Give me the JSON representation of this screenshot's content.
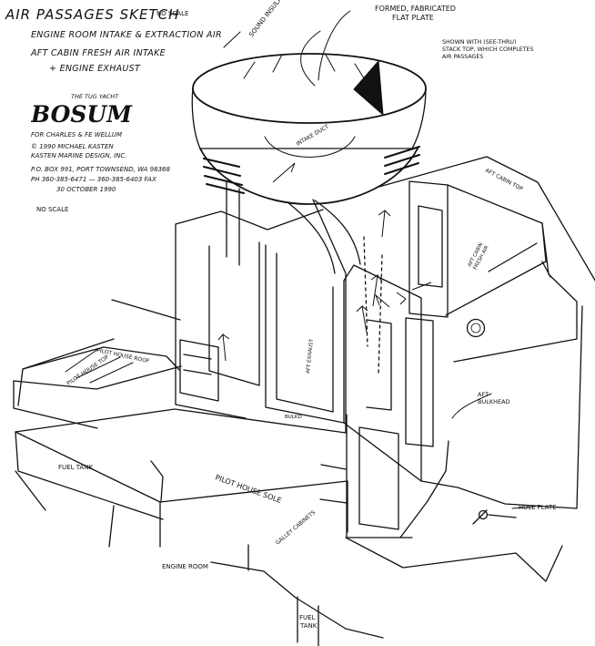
{
  "header": {
    "title": "AIR PASSAGES SKETCH",
    "title_note": "NO SCALE",
    "lines": [
      "ENGINE ROOM INTAKE & EXTRACTION AIR",
      "AFT CABIN FRESH AIR INTAKE",
      "+ ENGINE EXHAUST"
    ]
  },
  "logo": {
    "tagline": "THE TUG YACHT",
    "name": "BOSUM"
  },
  "credits": {
    "lines": [
      "FOR CHARLES & FE WELLUM",
      "© 1990 MICHAEL KASTEN",
      "KASTEN MARINE DESIGN, INC.",
      "P.O. BOX 991, PORT TOWNSEND, WA 98368",
      "PH 360-385-6471 — 360-385-6403 FAX",
      "30 OCTOBER 1990"
    ],
    "scale_note": "NO SCALE"
  },
  "annotations": {
    "sound_insulation": "SOUND INSULATION",
    "formed_plate": "FORMED, FABRICATED\nFLAT PLATE",
    "stack_top_note": "SHOWN WITH (SEE-THRU)\nSTACK TOP, WHICH COMPLETES\nAIR PASSAGES",
    "aft_cabin_top": "AFT CABIN TOP",
    "intake_duct": "INTAKE DUCT",
    "aft_exhaust": "AFT EXHAUST",
    "aft_cabin_fresh_air": "AFT CABIN\nFRESH AIR",
    "pilot_house_top": "PILOT HOUSE TOP",
    "pilot_house_roof": "PILOT HOUSE ROOF",
    "pilot_house_sole": "PILOT HOUSE SOLE",
    "fuel_tank": "FUEL TANK",
    "engine_room": "ENGINE ROOM",
    "galley_cabinets": "GALLEY CABINETS",
    "aft_bulkhead": "AFT\nBULKHEAD",
    "hull_plate": "HULL PLATE",
    "fuel_tank_low": "FUEL\nTANK",
    "lower_note": "BULKD"
  },
  "colors": {
    "ink": "#111111",
    "paper": "#ffffff"
  }
}
